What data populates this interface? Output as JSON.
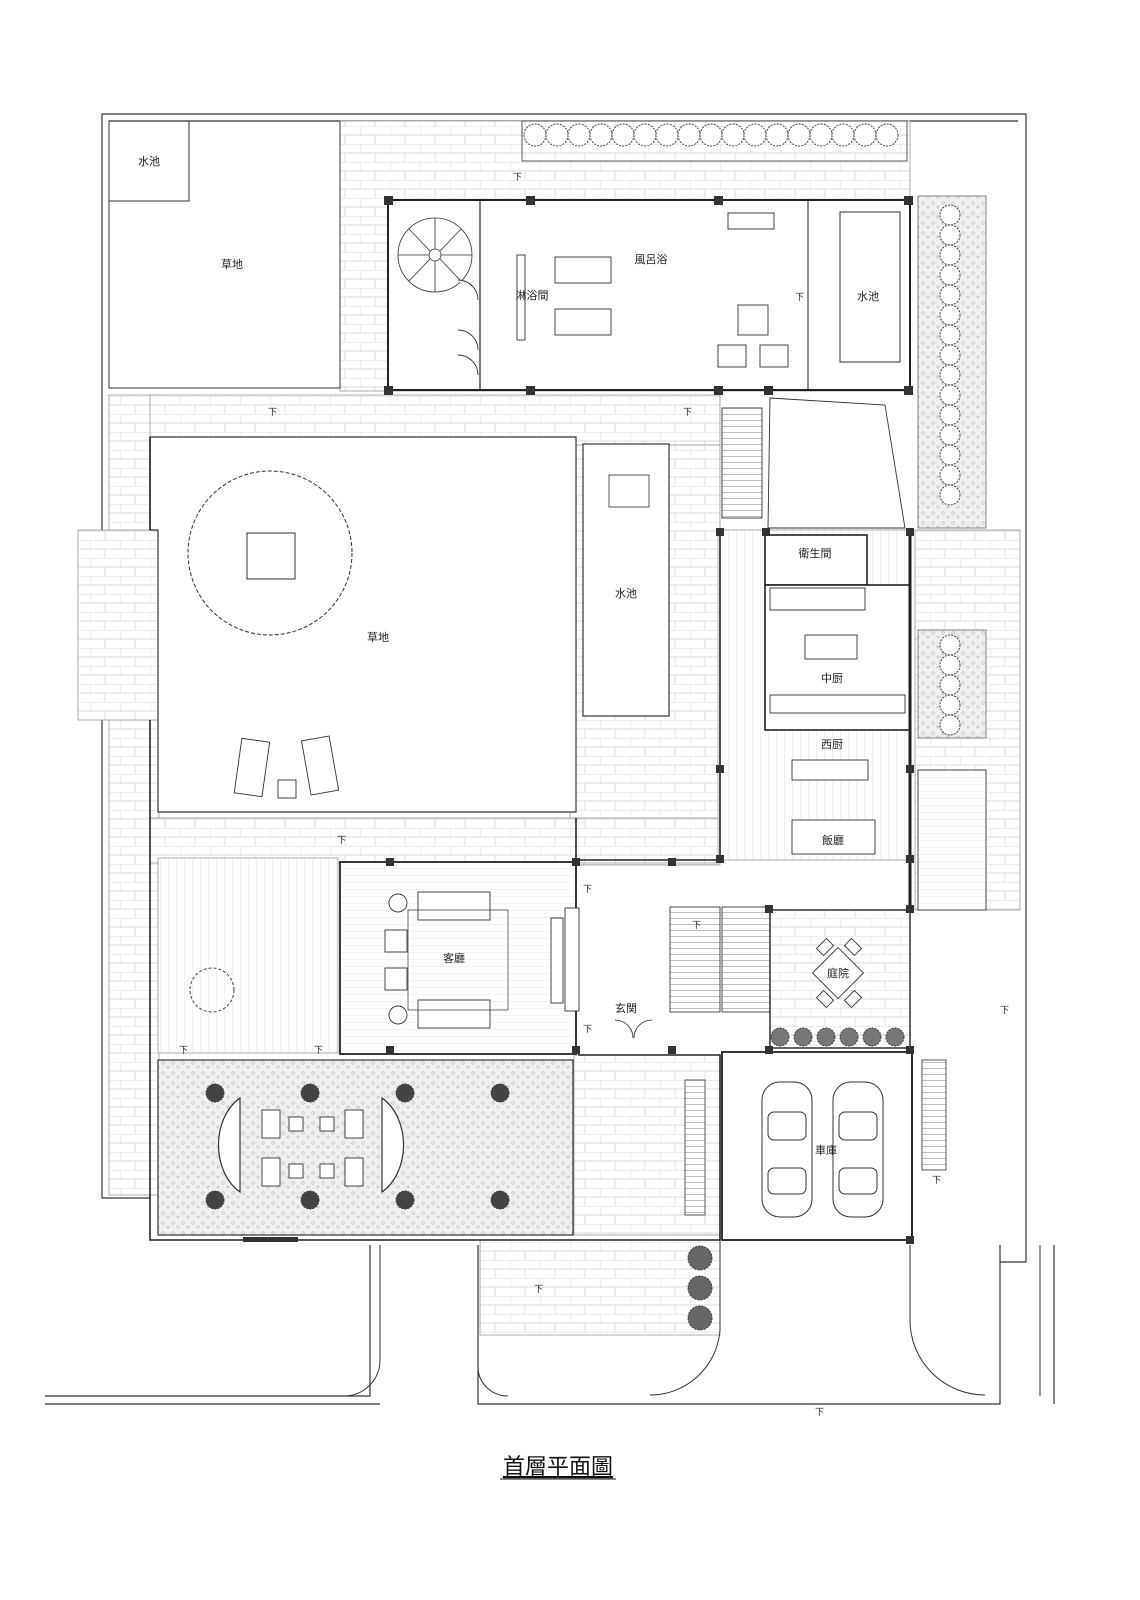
{
  "title": "首層平面圖",
  "rooms": {
    "pond_corner": "水池",
    "lawn_top": "草地",
    "spa": "風呂浴",
    "shower": "淋浴間",
    "pond_east": "水池",
    "bathroom": "衛生間",
    "pond_central": "水池",
    "lawn_main": "草地",
    "chinese_kitchen": "中厨",
    "western_kitchen": "西厨",
    "dining": "飯廳",
    "living": "客廳",
    "courtyard": "庭院",
    "foyer": "玄関",
    "garage": "車庫"
  },
  "down_mark": "下",
  "colors": {
    "line": "#333333",
    "hatch": "#d6d6d6",
    "paving": "#e6e6e6",
    "column": "#333333"
  }
}
